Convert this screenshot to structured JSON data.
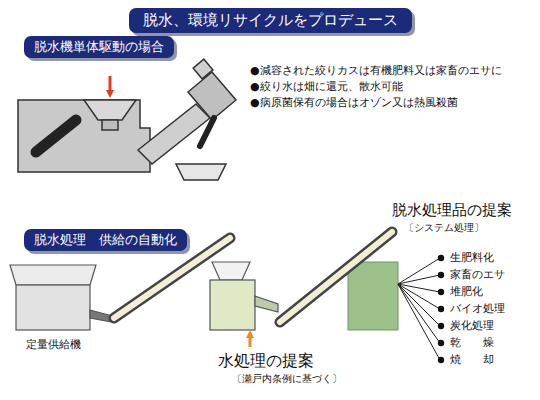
{
  "diagram": {
    "title": "脱水、環境リサイクルをプロデュース",
    "nodes": [
      {
        "text": [
          "脱水機単体駆動の場合"
        ]
      },
      {
        "text": [
          "脱水処理　供給の自動化"
        ]
      }
    ],
    "labels": [
      "●減容された絞りカスは有機肥料又は家畜のエサに",
      "●絞り水は畑に還元、散水可能",
      "●病原菌保有の場合はオゾン又は熱風殺菌",
      "脱水処理品の提案",
      "〔システム処理〕",
      "定量供給機",
      "水処理の提案",
      "〔瀬戸内条例に基づく〕",
      "生肥料化",
      "家畜のエサ",
      "堆肥化",
      "バイオ処理",
      "炭化処理",
      "乾燥",
      "焼却"
    ]
  }
}
